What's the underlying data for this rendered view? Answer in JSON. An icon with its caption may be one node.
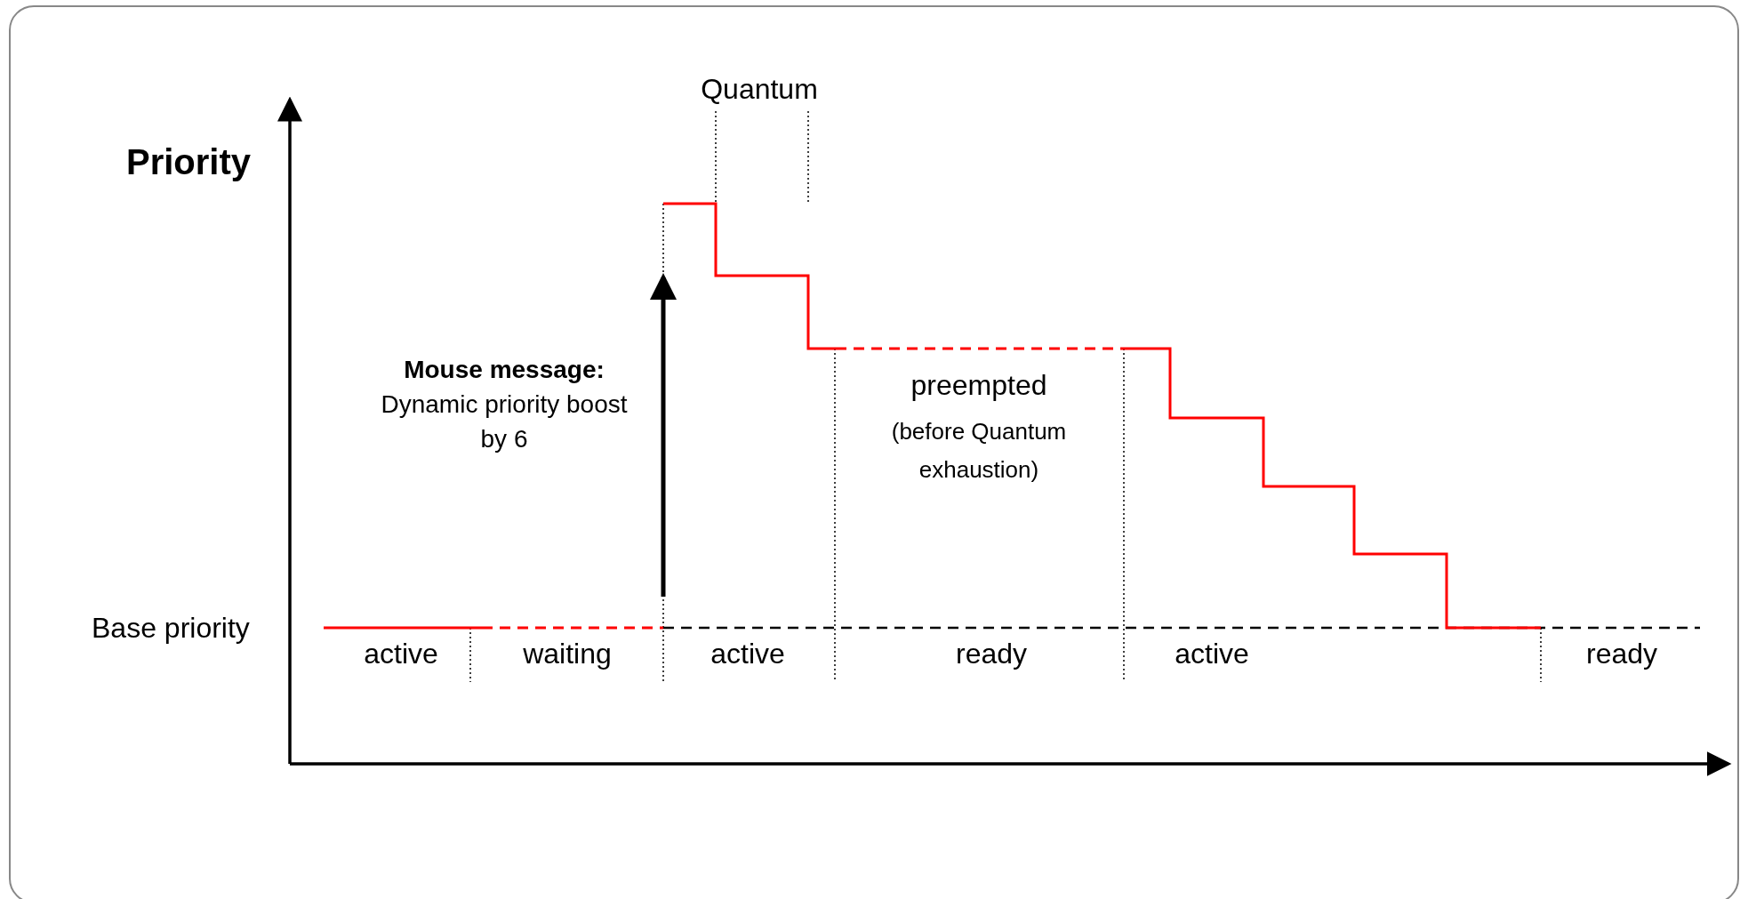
{
  "diagram": {
    "labels": [
      "Quantum",
      "Priority",
      "**Mouse message:** Dynamic priority boost by 6",
      "preempted",
      "(before Quantum exhaustion)",
      "Base priority",
      "active",
      "waiting",
      "active",
      "ready",
      "active",
      "ready"
    ]
  }
}
